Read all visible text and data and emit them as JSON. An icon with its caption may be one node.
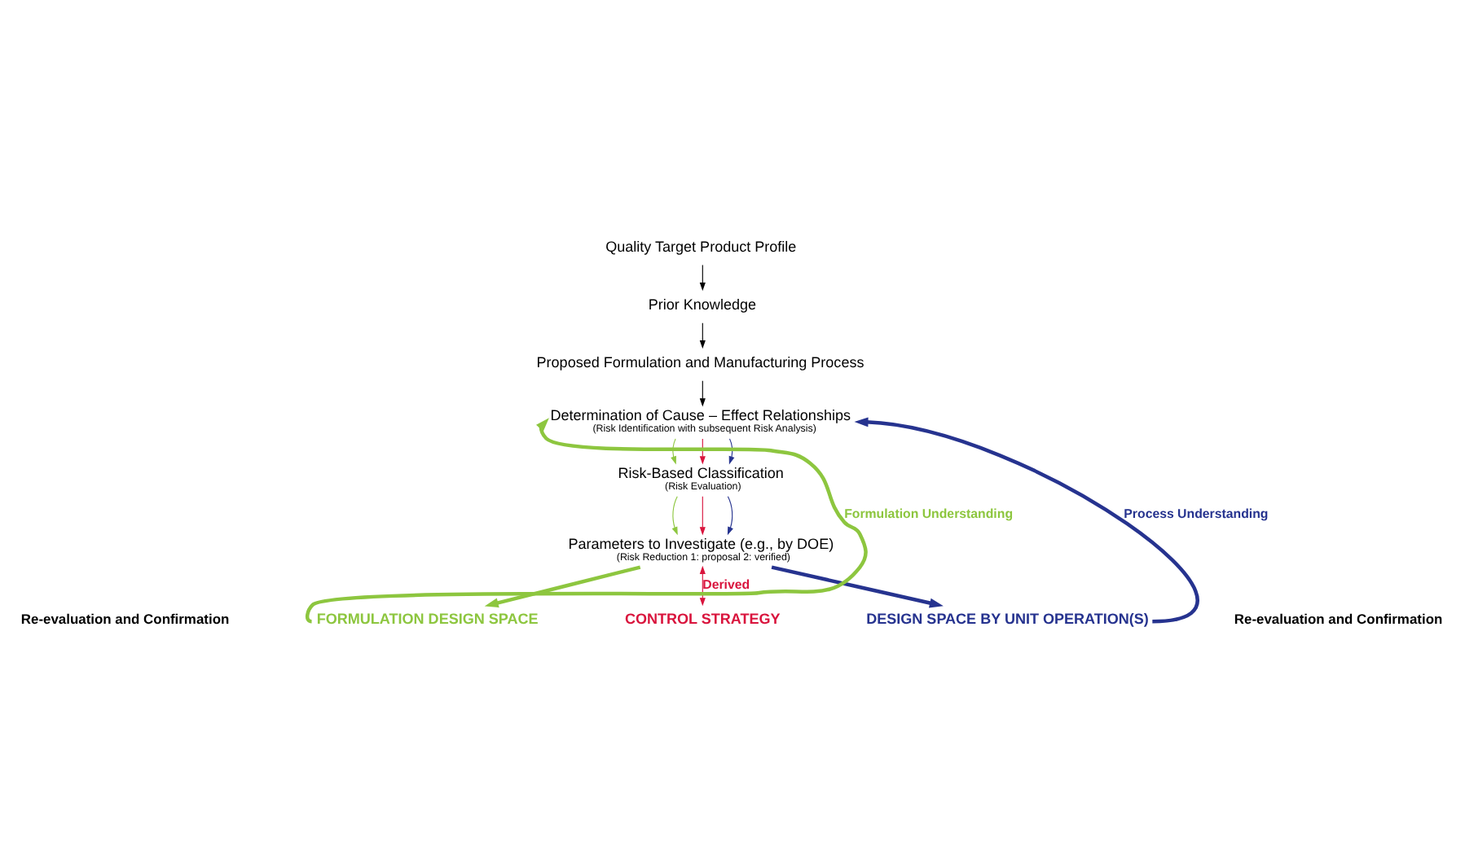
{
  "diagram": {
    "nodes": [
      {
        "text": [
          "Quality Target Product Profile"
        ]
      },
      {
        "text": [
          "Prior Knowledge"
        ]
      },
      {
        "text": [
          "Proposed Formulation and Manufacturing Process"
        ]
      },
      {
        "text": [
          "Determination of Cause – Effect Relationships",
          "(Risk Identification with subsequent Risk Analysis)"
        ]
      },
      {
        "text": [
          "Risk-Based Classification",
          "(Risk Evaluation)"
        ]
      },
      {
        "text": [
          "Parameters to Investigate (e.g., by DOE)",
          "(Risk Reduction 1: proposal 2: verified)"
        ]
      },
      {
        "text": [
          "FORMULATION DESIGN SPACE"
        ]
      },
      {
        "text": [
          "CONTROL STRATEGY"
        ]
      },
      {
        "text": [
          "DESIGN SPACE BY UNIT OPERATION(S)"
        ]
      }
    ],
    "edges": [
      {
        "from": 0,
        "to": 1,
        "arrow": "to",
        "color": "#000000"
      },
      {
        "from": 1,
        "to": 2,
        "arrow": "to",
        "color": "#000000"
      },
      {
        "from": 2,
        "to": 3,
        "arrow": "to",
        "color": "#000000"
      },
      {
        "from": 3,
        "to": 4,
        "arrow": "to",
        "color": "#8dc63f"
      },
      {
        "from": 3,
        "to": 4,
        "arrow": "to",
        "color": "#d9143d"
      },
      {
        "from": 3,
        "to": 4,
        "arrow": "to",
        "color": "#26338f"
      },
      {
        "from": 4,
        "to": 5,
        "arrow": "to",
        "color": "#8dc63f"
      },
      {
        "from": 4,
        "to": 5,
        "arrow": "to",
        "color": "#d9143d"
      },
      {
        "from": 4,
        "to": 5,
        "arrow": "to",
        "color": "#26338f"
      },
      {
        "from": 5,
        "to": 6,
        "arrow": "to",
        "style": "thick",
        "color": "#8dc63f"
      },
      {
        "from": 5,
        "to": 7,
        "arrow": "both",
        "label": "Derived",
        "color": "#d9143d"
      },
      {
        "from": 5,
        "to": 8,
        "arrow": "to",
        "style": "thick",
        "color": "#26338f"
      },
      {
        "from": 6,
        "to": 3,
        "arrow": "to",
        "style": "thick",
        "color": "#8dc63f",
        "label": "Formulation Understanding"
      },
      {
        "from": 8,
        "to": 3,
        "arrow": "to",
        "style": "thick",
        "color": "#26338f",
        "label": "Process Understanding"
      }
    ],
    "labels": [
      "Re-evaluation and Confirmation",
      "Re-evaluation and Confirmation"
    ]
  }
}
